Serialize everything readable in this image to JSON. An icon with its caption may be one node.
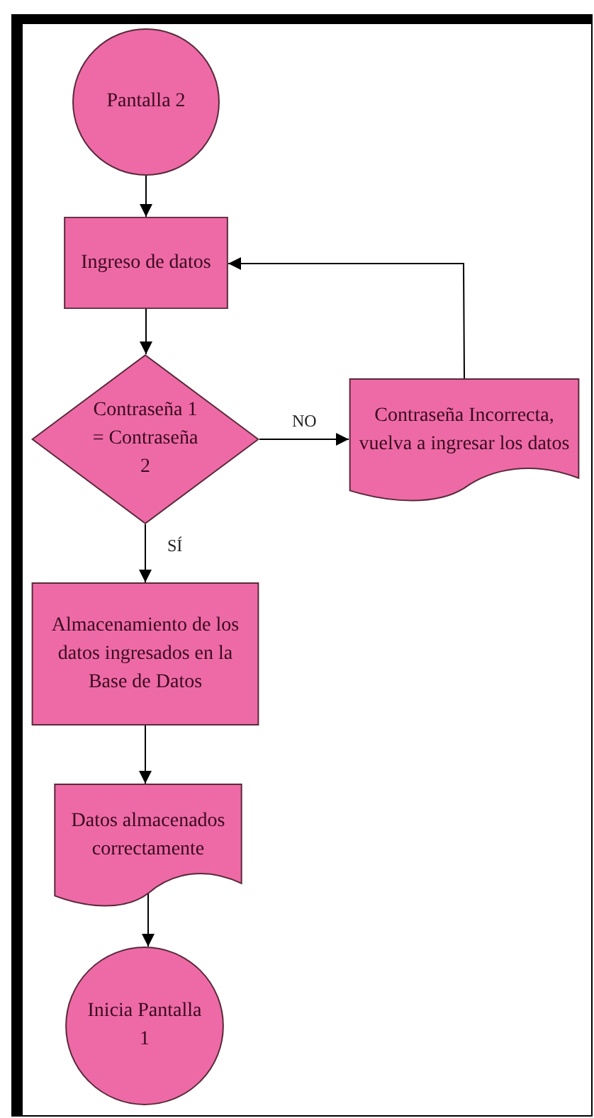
{
  "diagram": {
    "nodes": [
      {
        "text": [
          "Pantalla 2"
        ]
      },
      {
        "text": [
          "Ingreso de datos"
        ]
      },
      {
        "text": [
          "Contraseña 1 = Contraseña 2"
        ]
      },
      {
        "text": [
          "Contraseña Incorrecta, vuelva a ingresar los datos"
        ]
      },
      {
        "text": [
          "Almacenamiento de los datos ingresados en la Base de Datos"
        ]
      },
      {
        "text": [
          "Datos almacenados correctamente"
        ]
      },
      {
        "text": [
          "Inicia Pantalla 1"
        ]
      }
    ],
    "edges": [
      {
        "from": 0,
        "to": 1,
        "arrow": "to"
      },
      {
        "from": 1,
        "to": 2,
        "arrow": "to"
      },
      {
        "from": 2,
        "to": 3,
        "arrow": "to",
        "label": "NO"
      },
      {
        "from": 3,
        "to": 1,
        "arrow": "to"
      },
      {
        "from": 2,
        "to": 4,
        "arrow": "to",
        "label": "SÍ"
      },
      {
        "from": 4,
        "to": 5,
        "arrow": "to"
      },
      {
        "from": 5,
        "to": 6,
        "arrow": "to"
      }
    ]
  }
}
